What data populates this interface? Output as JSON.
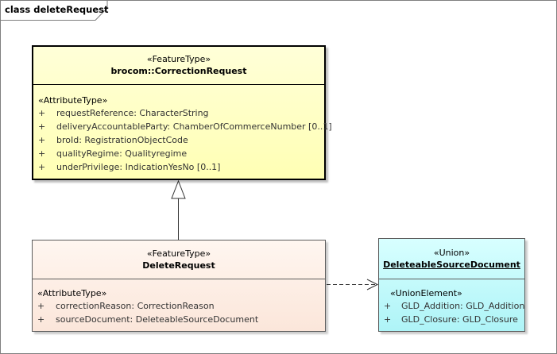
{
  "frame": {
    "label": "class deleteRequest"
  },
  "classes": {
    "correction_request": {
      "stereotype": "«FeatureType»",
      "name": "brocom::CorrectionRequest",
      "section_stereotype": "«AttributeType»",
      "attributes": [
        {
          "visibility": "+",
          "text": "requestReference: CharacterString"
        },
        {
          "visibility": "+",
          "text": "deliveryAccountableParty: ChamberOfCommerceNumber [0..1]"
        },
        {
          "visibility": "+",
          "text": "broId: RegistrationObjectCode"
        },
        {
          "visibility": "+",
          "text": "qualityRegime: Qualityregime"
        },
        {
          "visibility": "+",
          "text": "underPrivilege: IndicationYesNo [0..1]"
        }
      ],
      "fill_color": "#ffffc0"
    },
    "delete_request": {
      "stereotype": "«FeatureType»",
      "name": "DeleteRequest",
      "section_stereotype": "«AttributeType»",
      "attributes": [
        {
          "visibility": "+",
          "text": "correctionReason: CorrectionReason"
        },
        {
          "visibility": "+",
          "text": "sourceDocument: DeleteableSourceDocument"
        }
      ],
      "fill_color": "#fdeee4"
    },
    "deleteable_source_document": {
      "stereotype": "«Union»",
      "name": "DeleteableSourceDocument",
      "section_stereotype": "«UnionElement»",
      "attributes": [
        {
          "visibility": "+",
          "text": "GLD_Addition: GLD_Addition"
        },
        {
          "visibility": "+",
          "text": "GLD_Closure: GLD_Closure"
        }
      ],
      "fill_color": "#c0f8fb"
    }
  },
  "relationships": [
    {
      "type": "generalization",
      "from": "DeleteRequest",
      "to": "brocom::CorrectionRequest"
    },
    {
      "type": "dependency",
      "from": "DeleteRequest",
      "to": "DeleteableSourceDocument"
    }
  ]
}
